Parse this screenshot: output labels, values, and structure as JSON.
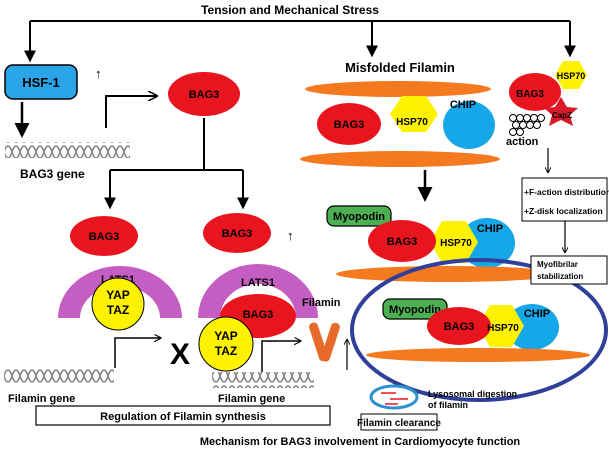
{
  "colors": {
    "bag3": "#e8141e",
    "hsp70": "#ffee00",
    "chip": "#16a7e8",
    "lats1": "#c55ec3",
    "myopodin": "#4caf50",
    "hsf1": "#2aa6e8",
    "capz": "#d81b2a",
    "filament": "#e86a2b",
    "filamin_bar": "#f4791f",
    "lysosome_ring": "#2f3f9a",
    "dna": "#8a8a8a"
  },
  "labels": {
    "top_title": "Tension and Mechanical Stress",
    "hsf1": "HSF-1",
    "bag3": "BAG3",
    "bag3_gene": "BAG3 gene",
    "misfolded_filamin": "Misfolded Filamin",
    "hsp70": "HSP70",
    "chip": "CHIP",
    "capz": "CapZ",
    "action": "action",
    "f_action": "+F-action distribution",
    "z_disk": "+Z-disk localization",
    "myofibrilar_1": "Myofibrilar",
    "myofibrilar_2": "stabilization",
    "myopodin": "Myopodin",
    "lats1": "LATS1",
    "yap": "YAP",
    "taz": "TAZ",
    "x_mark": "X",
    "filamin": "Filamin",
    "filamin_gene": "Filamin gene",
    "regulation": "Regulation of Filamin synthesis",
    "lysosomal_1": "Lysosomal digestion",
    "lysosomal_2": "of filamin",
    "filamin_clearance": "Filamin clearance",
    "mechanism": "Mechanism for BAG3 involvement in Cardiomyocyte function",
    "up_arrow": "↑"
  }
}
